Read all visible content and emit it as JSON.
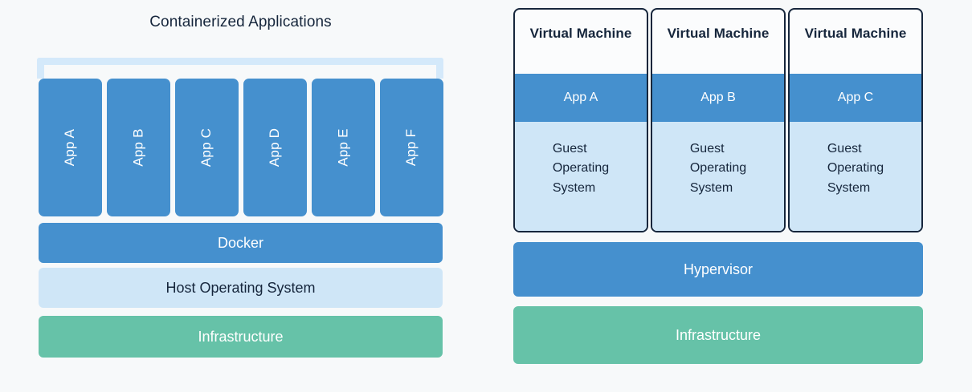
{
  "colors": {
    "background": "#f7f9fa",
    "blue": "#4590ce",
    "light_blue": "#cfe6f7",
    "bracket_blue": "#d4e9fa",
    "green": "#66c2a8",
    "dark_navy": "#16263c",
    "white": "#fbfcfd"
  },
  "left_panel": {
    "title": "Containerized Applications",
    "apps": [
      {
        "label": "App A"
      },
      {
        "label": "App B"
      },
      {
        "label": "App C"
      },
      {
        "label": "App D"
      },
      {
        "label": "App E"
      },
      {
        "label": "App F"
      }
    ],
    "layers": [
      {
        "label": "Docker",
        "color": "#4590ce"
      },
      {
        "label": "Host Operating System",
        "color": "#cfe6f7"
      },
      {
        "label": "Infrastructure",
        "color": "#66c2a8"
      }
    ],
    "docker_label": "Docker",
    "host_os_label": "Host Operating System",
    "infrastructure_label": "Infrastructure"
  },
  "right_panel": {
    "vms": [
      {
        "title": "Virtual Machine",
        "app_label": "App A",
        "guest_os_line1": "Guest",
        "guest_os_line2": "Operating",
        "guest_os_line3": "System"
      },
      {
        "title": "Virtual Machine",
        "app_label": "App B",
        "guest_os_line1": "Guest",
        "guest_os_line2": "Operating",
        "guest_os_line3": "System"
      },
      {
        "title": "Virtual Machine",
        "app_label": "App C",
        "guest_os_line1": "Guest",
        "guest_os_line2": "Operating",
        "guest_os_line3": "System"
      }
    ],
    "hypervisor_label": "Hypervisor",
    "infrastructure_label": "Infrastructure"
  }
}
